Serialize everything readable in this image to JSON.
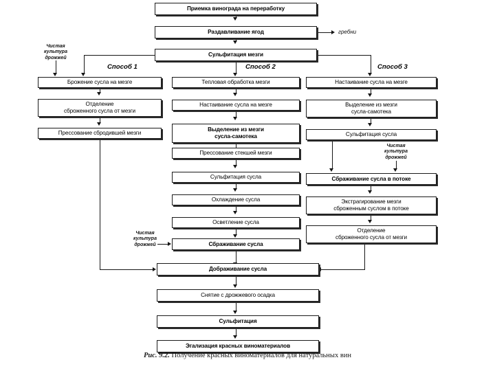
{
  "figure": {
    "caption_number": "Рис. 9.2.",
    "caption_text": "Получение красных виноматериалов для натуральных вин"
  },
  "common_top": [
    {
      "id": "acceptance",
      "label": "Приемка винограда на переработку"
    },
    {
      "id": "crushing",
      "label": "Раздавливание ягод"
    },
    {
      "id": "sulfitation-pulp",
      "label": "Сульфитация мезги"
    }
  ],
  "byproducts": [
    {
      "id": "stems",
      "label": "гребни"
    }
  ],
  "method_labels": [
    {
      "id": "method-1",
      "label": "Способ 1"
    },
    {
      "id": "method-2",
      "label": "Способ 2"
    },
    {
      "id": "method-3",
      "label": "Способ 3"
    }
  ],
  "yeast_inputs": [
    {
      "id": "yeast-1",
      "line1": "Чистая",
      "line2": "культура",
      "line3": "дрожжей"
    },
    {
      "id": "yeast-2",
      "line1": "Чистая",
      "line2": "культура",
      "line3": "дрожжей"
    },
    {
      "id": "yeast-3",
      "line1": "Чистая",
      "line2": "культура",
      "line3": "дрожжей"
    }
  ],
  "method1": {
    "title": "Способ 1",
    "steps": [
      {
        "id": "m1-s1",
        "label": "Брожение сусла на мезге"
      },
      {
        "id": "m1-s2",
        "line1": "Отделение",
        "line2": "сброженного сусла от мезги"
      },
      {
        "id": "m1-s3",
        "label": "Прессование сбродившей мезги"
      }
    ]
  },
  "method2": {
    "title": "Способ 2",
    "steps": [
      {
        "id": "m2-s1",
        "label": "Тепловая обработка мезги"
      },
      {
        "id": "m2-s2",
        "label": "Настаивание сусла на мезге"
      },
      {
        "id": "m2-s3",
        "line1": "Выделение из мезги",
        "line2": "сусла-самотека"
      },
      {
        "id": "m2-s4",
        "label": "Прессование стекшей мезги"
      },
      {
        "id": "m2-s5",
        "label": "Сульфитация сусла"
      },
      {
        "id": "m2-s6",
        "label": "Охлаждение сусла"
      },
      {
        "id": "m2-s7",
        "label": "Осветление сусла"
      },
      {
        "id": "m2-s8",
        "label": "Сбраживание сусла"
      }
    ]
  },
  "method3": {
    "title": "Способ 3",
    "steps": [
      {
        "id": "m3-s1",
        "label": "Настаивание сусла на мезге"
      },
      {
        "id": "m3-s2",
        "line1": "Выделение из мезги",
        "line2": "сусла-самотека"
      },
      {
        "id": "m3-s3",
        "label": "Сульфитация сусла"
      },
      {
        "id": "m3-s4",
        "label": "Сбраживание сусла в потоке"
      },
      {
        "id": "m3-s5",
        "line1": "Экстрагирование мезги",
        "line2": "сброженным суслом в потоке"
      },
      {
        "id": "m3-s6",
        "line1": "Отделение",
        "line2": "сброженного сусла от мезги"
      }
    ]
  },
  "common_bottom": [
    {
      "id": "after-ferment",
      "label": "Дображивание сусла"
    },
    {
      "id": "lees-removal",
      "label": "Снятие с дрожжевого осадка"
    },
    {
      "id": "sulfitation",
      "label": "Сульфитация"
    },
    {
      "id": "equalization",
      "label": "Эгализация красных виноматериалов"
    }
  ],
  "colors": {
    "line": "#151515",
    "box_border": "#1a1a1a",
    "box_shadow": "#2b2b2b",
    "background": "#ffffff"
  }
}
